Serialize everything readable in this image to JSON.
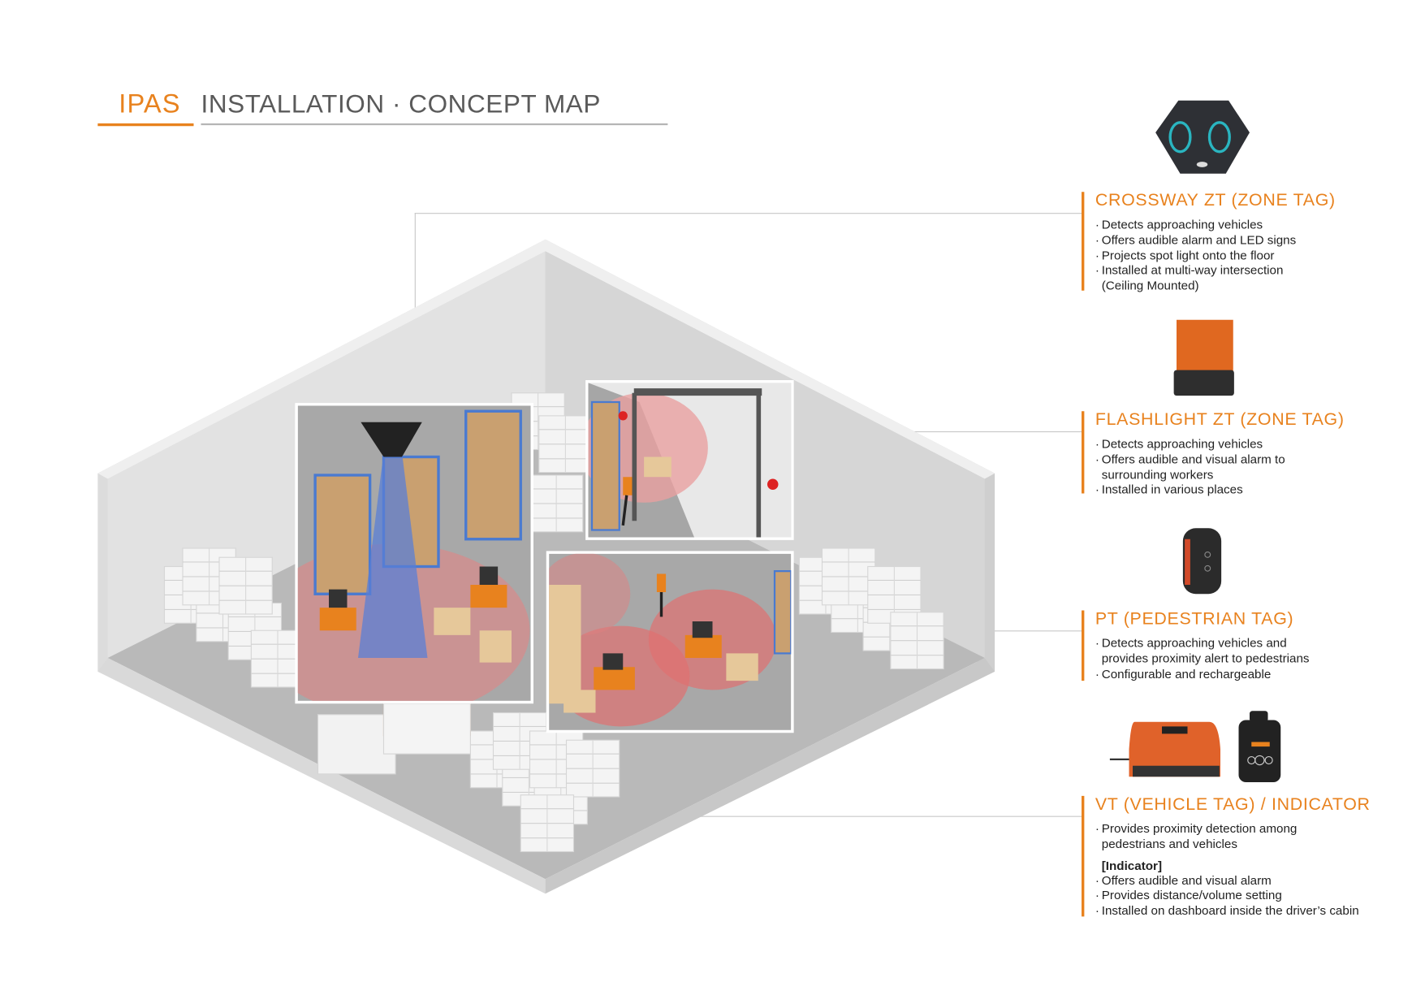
{
  "header": {
    "brand": "IPAS",
    "title": "INSTALLATION · CONCEPT MAP"
  },
  "products": [
    {
      "name": "CROSSWAY ZT (ZONE TAG)",
      "icon": "ceiling-camera-device",
      "features": [
        "Detects approaching vehicles",
        "Offers audible alarm and LED signs",
        "Projects spot light onto the floor",
        "Installed at multi-way intersection",
        "(Ceiling Mounted)"
      ]
    },
    {
      "name": "FLASHLIGHT ZT (ZONE TAG)",
      "icon": "flashlight-beacon-device",
      "features": [
        "Detects approaching vehicles",
        "Offers audible and visual alarm to",
        "surrounding workers",
        "Installed in various places"
      ]
    },
    {
      "name": "PT (PEDESTRIAN TAG)",
      "icon": "pedestrian-tag-device",
      "features": [
        "Detects approaching vehicles and",
        "provides proximity alert to pedestrians",
        "Configurable and rechargeable"
      ]
    },
    {
      "name": "VT (VEHICLE TAG) / INDICATOR",
      "icon": "vehicle-tag-and-indicator-device",
      "features": [
        "Provides proximity detection among",
        "pedestrians and vehicles"
      ],
      "subheading": "[Indicator]",
      "sub_features": [
        "Offers audible and visual alarm",
        "Provides distance/volume setting",
        "Installed on dashboard inside the driver’s cabin"
      ]
    }
  ],
  "colors": {
    "accent": "#e8821e",
    "title_gray": "#5a5a5a",
    "zone_red": "#e06060",
    "beam_blue": "#5a7fd6"
  }
}
